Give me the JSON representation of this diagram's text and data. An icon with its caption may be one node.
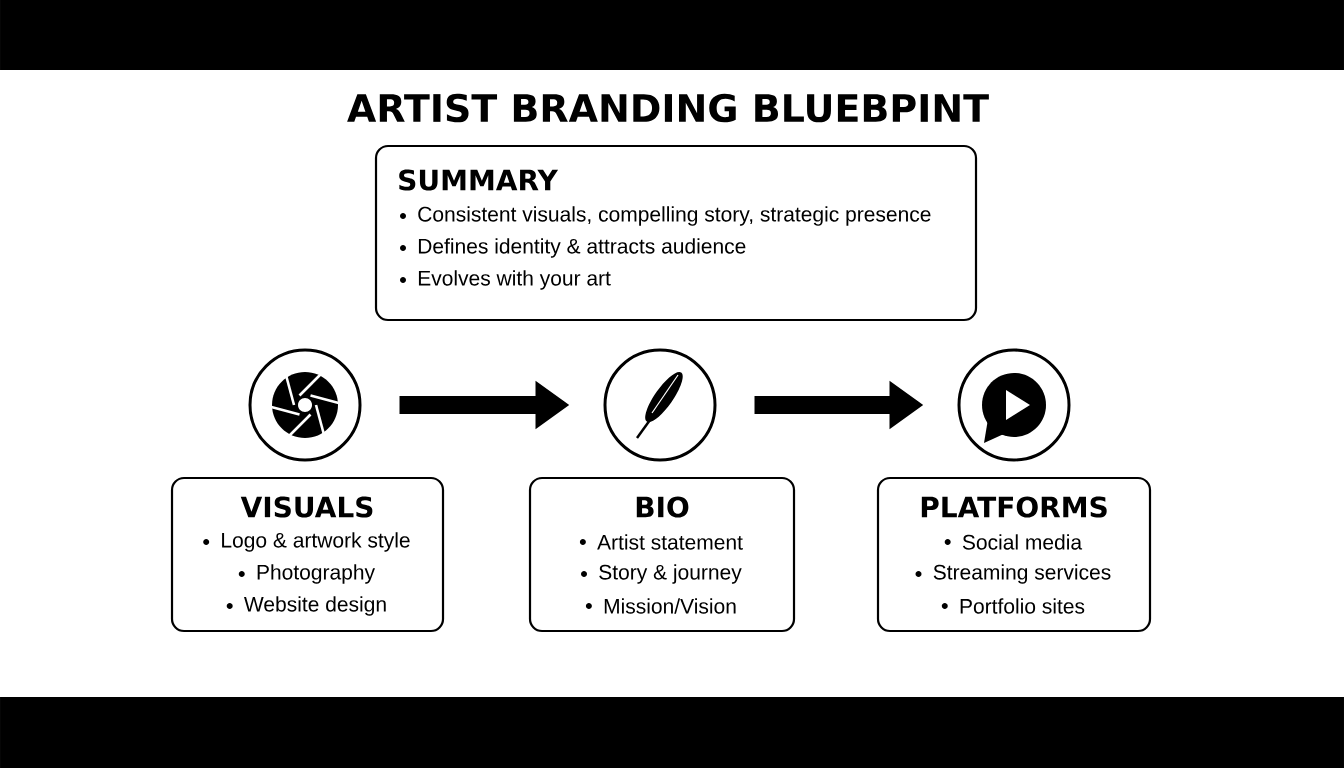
{
  "diagram": {
    "title": "ARTIST BRANDING BLUEBPINT",
    "nodes": [
      {
        "text": [
          "SUMMARY",
          "Consistent visuals, compelling story, strategic presence",
          "Defines identity & attracts audience",
          "Evolves with your art"
        ]
      },
      {
        "text": [],
        "shape": "circle"
      },
      {
        "text": [],
        "shape": "circle"
      },
      {
        "text": [],
        "shape": "circle"
      },
      {
        "text": [
          "VISUALS",
          "Logo & artwork style",
          "Photography",
          "Website design"
        ]
      },
      {
        "text": [
          "BIO",
          "Artist statement",
          "Story & journey",
          "Mission/Vision"
        ]
      },
      {
        "text": [
          "PLATFORMS",
          "Social media",
          "Streaming services",
          "Portfolio sites"
        ]
      }
    ],
    "edges": [
      {
        "from": 1,
        "to": 2,
        "arrow": "to"
      },
      {
        "from": 2,
        "to": 3,
        "arrow": "to"
      }
    ]
  }
}
